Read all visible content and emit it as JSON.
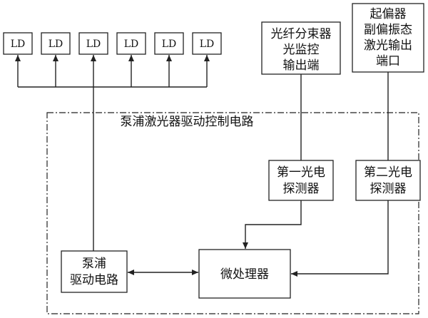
{
  "diagram": {
    "ld_label": "LD",
    "region_title": "泵浦激光器驱动控制电路",
    "splitter_port": [
      "光纤分束器",
      "光监控",
      "输出端"
    ],
    "polarized_port": [
      "起偏器",
      "副偏振态",
      "激光输出",
      "端口"
    ],
    "detector1": [
      "第一光电",
      "探测器"
    ],
    "detector2": [
      "第二光电",
      "探测器"
    ],
    "pump_driver": [
      "泵浦",
      "驱动电路"
    ],
    "mcu": "微处理器"
  }
}
